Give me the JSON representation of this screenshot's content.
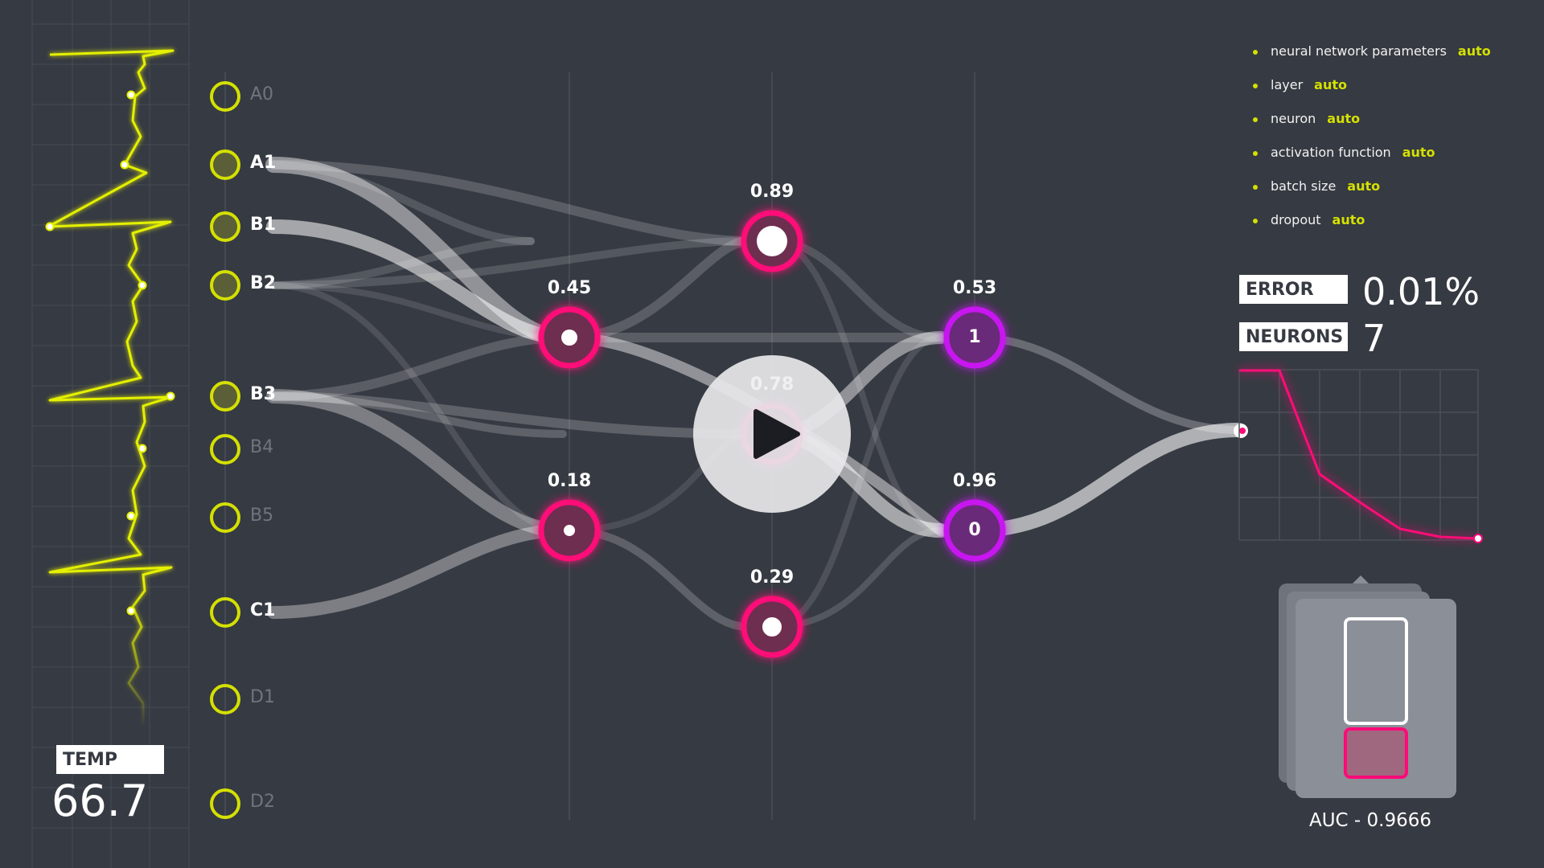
{
  "inputs": [
    {
      "label": "A0",
      "active": false
    },
    {
      "label": "A1",
      "active": true
    },
    {
      "label": "B1",
      "active": true
    },
    {
      "label": "B2",
      "active": true
    },
    {
      "label": "B3",
      "active": true
    },
    {
      "label": "B4",
      "active": false
    },
    {
      "label": "B5",
      "active": false
    },
    {
      "label": "C1",
      "active": true
    },
    {
      "label": "D1",
      "active": false
    },
    {
      "label": "D2",
      "active": false
    }
  ],
  "hidden_layer_1": [
    {
      "value": "0.45"
    },
    {
      "value": "0.18"
    }
  ],
  "hidden_layer_2": [
    {
      "value": "0.89"
    },
    {
      "value": "0.78"
    },
    {
      "value": "0.29"
    }
  ],
  "output_layer": [
    {
      "value": "0.53",
      "label": "1"
    },
    {
      "value": "0.96",
      "label": "0"
    }
  ],
  "parameters": [
    {
      "name": "neural network parameters",
      "value": "auto"
    },
    {
      "name": "layer",
      "value": "auto"
    },
    {
      "name": "neuron",
      "value": "auto"
    },
    {
      "name": "activation function",
      "value": "auto"
    },
    {
      "name": "batch size",
      "value": "auto"
    },
    {
      "name": "dropout",
      "value": "auto"
    }
  ],
  "stats": {
    "error_label": "ERROR",
    "error_value": "0.01%",
    "neurons_label": "NEURONS",
    "neurons_value": "7"
  },
  "temperature": {
    "label": "TEMP",
    "value": "66.7"
  },
  "auc": {
    "label": "AUC - 0.9666"
  },
  "colors": {
    "background": "#363a42",
    "input_accent": "#d4e000",
    "hidden_accent": "#ff0a78",
    "output_accent": "#c814f0",
    "text": "#ffffff"
  },
  "icons": {
    "play": "play-icon"
  }
}
